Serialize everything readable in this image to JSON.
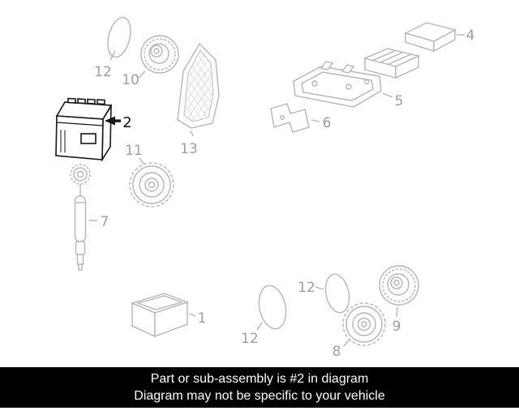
{
  "diagram": {
    "highlighted_part": "2",
    "callouts": [
      {
        "part": "12",
        "label": "12"
      },
      {
        "part": "10",
        "label": "10"
      },
      {
        "part": "13",
        "label": "13"
      },
      {
        "part": "4",
        "label": "4"
      },
      {
        "part": "5",
        "label": "5"
      },
      {
        "part": "6",
        "label": "6"
      },
      {
        "part": "2",
        "label": "2"
      },
      {
        "part": "11",
        "label": "11"
      },
      {
        "part": "7",
        "label": "7"
      },
      {
        "part": "1",
        "label": "1"
      },
      {
        "part": "12",
        "label": "12"
      },
      {
        "part": "12",
        "label": "12"
      },
      {
        "part": "8",
        "label": "8"
      },
      {
        "part": "9",
        "label": "9"
      }
    ]
  },
  "banner": {
    "line1": "Part or sub-assembly is #2 in diagram",
    "line2": "Diagram may not be specific to your vehicle"
  },
  "colors": {
    "part_outline": "#b5b5b5",
    "label_text": "#9e9e9e",
    "highlight": "#161616",
    "banner_bg": "#000000",
    "banner_text": "#ffffff"
  }
}
